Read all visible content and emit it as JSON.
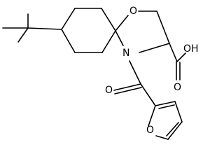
{
  "molecule": {
    "atoms": {
      "oxygen_ring": "O",
      "nitrogen": "N",
      "oxygen_furan": "O",
      "carbonyl_oxygen": "O",
      "hydroxyl": "OH"
    },
    "colors": {
      "bond": "#000000",
      "background": "#ffffff"
    }
  }
}
